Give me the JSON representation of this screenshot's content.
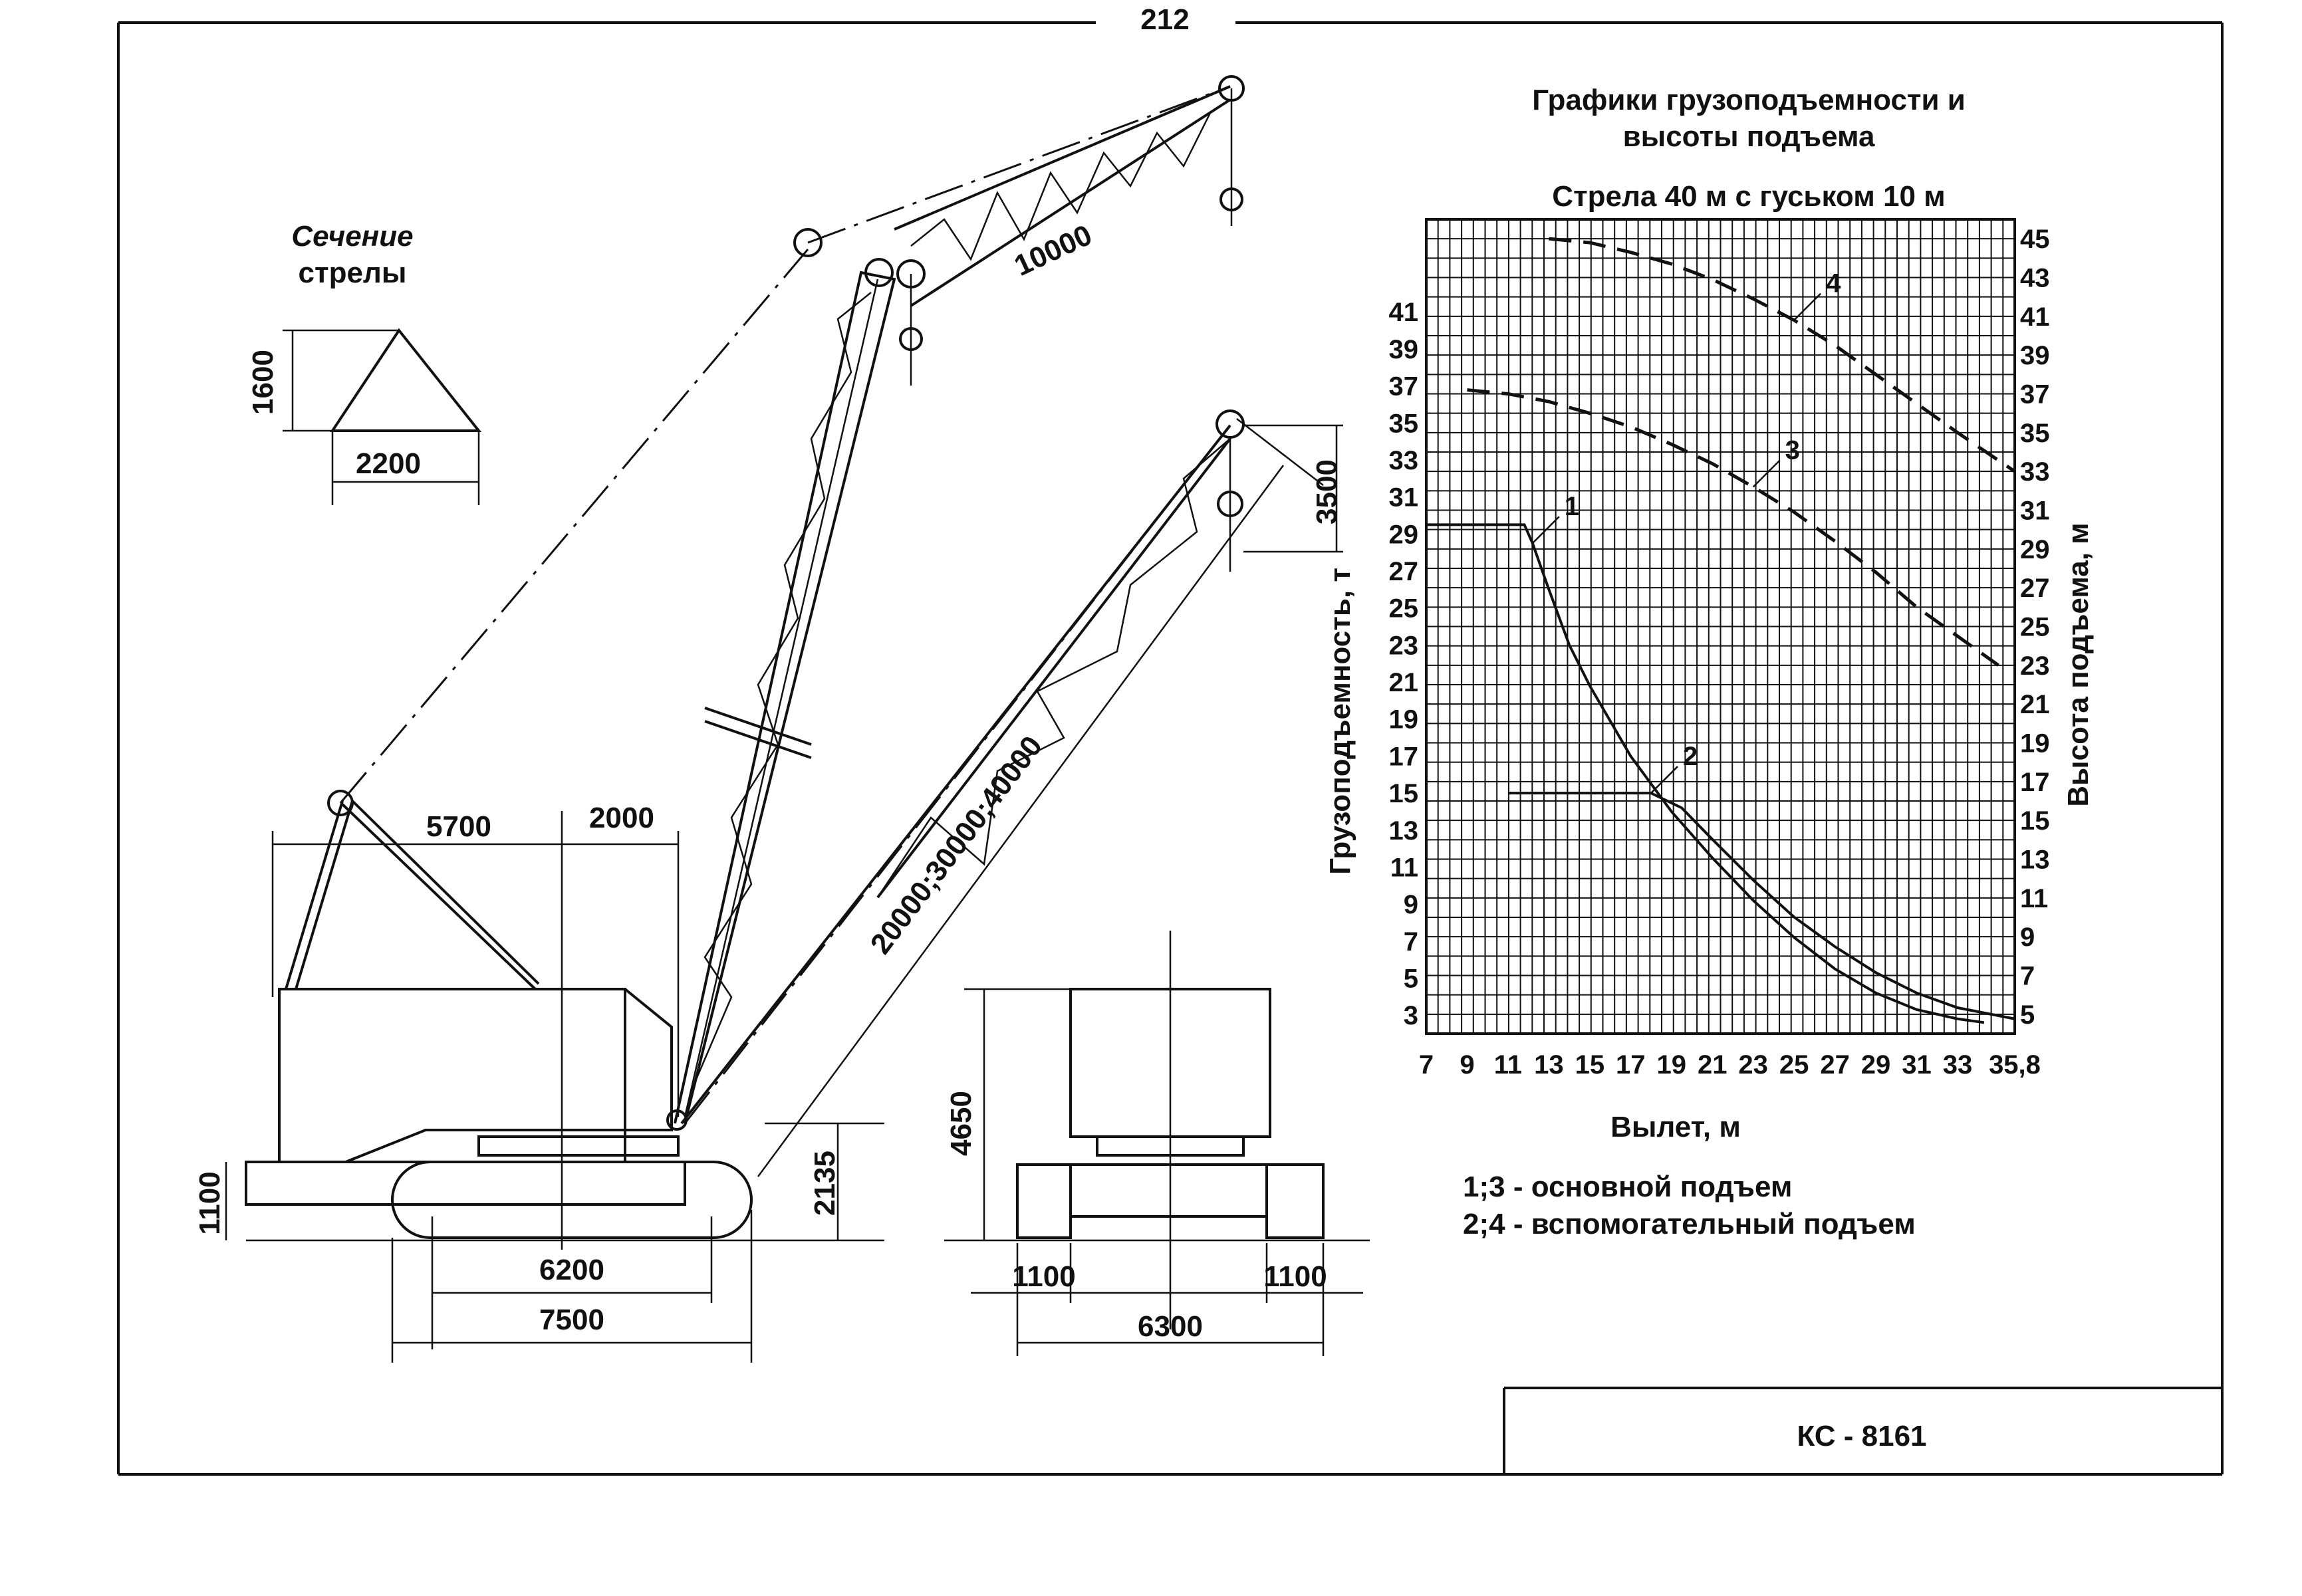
{
  "page": {
    "number": "212",
    "model": "КС - 8161"
  },
  "section": {
    "title_line1": "Сечение",
    "title_line2": "стрелы",
    "height": "1600",
    "width": "2200"
  },
  "crane_dimensions": {
    "d5700": "5700",
    "d2000": "2000",
    "d10000": "10000",
    "d3500": "3500",
    "boom_lengths": "20000;30000;40000",
    "d1100": "1100",
    "d2135": "2135",
    "d6200": "6200",
    "d7500": "7500"
  },
  "front_view": {
    "height": "4650",
    "track_left": "1100",
    "track_right": "1100",
    "gauge": "6300"
  },
  "chart": {
    "title_line1": "Графики грузоподъемности и",
    "title_line2": "высоты подъема",
    "subtitle": "Стрела 40 м с гуськом 10 м",
    "xlabel": "Вылет, м",
    "ylabel_left": "Грузоподъемность, т",
    "ylabel_right": "Высота подъема, м",
    "legend_line1": "1;3 - основной подъем",
    "legend_line2": "2;4 - вспомогательный подъем"
  },
  "chart_data": {
    "type": "line",
    "title": "Графики грузоподъемности и высоты подъема",
    "subtitle": "Стрела 40 м с гуськом 10 м",
    "xlabel": "Вылет, м",
    "ylabel": "Грузоподъемность, т",
    "y2label": "Высота подъема, м",
    "xlim": [
      7,
      35.8
    ],
    "ylim": [
      2,
      46
    ],
    "y2lim": [
      4,
      46
    ],
    "grid": true,
    "x_ticks": [
      "7",
      "9",
      "11",
      "13",
      "15",
      "17",
      "19",
      "21",
      "23",
      "25",
      "27",
      "29",
      "31",
      "33",
      "35,8"
    ],
    "y_ticks": [
      "3",
      "5",
      "7",
      "9",
      "11",
      "13",
      "15",
      "17",
      "19",
      "21",
      "23",
      "25",
      "27",
      "29",
      "31",
      "33",
      "35",
      "37",
      "39",
      "41"
    ],
    "y2_ticks": [
      "5",
      "7",
      "9",
      "11",
      "13",
      "15",
      "17",
      "19",
      "21",
      "23",
      "25",
      "27",
      "29",
      "31",
      "33",
      "35",
      "37",
      "39",
      "41",
      "43",
      "45"
    ],
    "series": [
      {
        "name": "1",
        "axis": "left",
        "style": "solid",
        "x": [
          7,
          11.8,
          12.2,
          13,
          14,
          15,
          17,
          19,
          21,
          23,
          25,
          27,
          29,
          31,
          33,
          34.3
        ],
        "y": [
          29.5,
          29.5,
          28.5,
          26,
          23,
          20.8,
          17,
          14,
          11.5,
          9.2,
          7.2,
          5.5,
          4.2,
          3.3,
          2.8,
          2.6
        ]
      },
      {
        "name": "2",
        "axis": "left",
        "style": "solid",
        "x": [
          11,
          18,
          19.5,
          21,
          23,
          25,
          27,
          29,
          31,
          33,
          35.8
        ],
        "y": [
          15,
          15,
          14.2,
          12.5,
          10.3,
          8.3,
          6.7,
          5.3,
          4.2,
          3.4,
          2.8
        ]
      },
      {
        "name": "3",
        "axis": "right",
        "style": "dashed",
        "x": [
          9,
          11,
          13,
          15,
          17,
          19,
          21,
          23,
          25,
          27,
          29,
          31,
          33,
          35
        ],
        "y": [
          37.2,
          37,
          36.6,
          36,
          35.3,
          34.4,
          33.4,
          32.2,
          30.9,
          29.4,
          27.8,
          26,
          24.5,
          23
        ]
      },
      {
        "name": "4",
        "axis": "right",
        "style": "dashed",
        "x": [
          13,
          15,
          17,
          19,
          21,
          23,
          25,
          27,
          29,
          31,
          33,
          35.8
        ],
        "y": [
          45,
          44.8,
          44.3,
          43.7,
          42.9,
          41.9,
          40.8,
          39.5,
          38,
          36.5,
          35,
          33
        ]
      }
    ],
    "annotations": [
      "1",
      "2",
      "3",
      "4"
    ]
  }
}
